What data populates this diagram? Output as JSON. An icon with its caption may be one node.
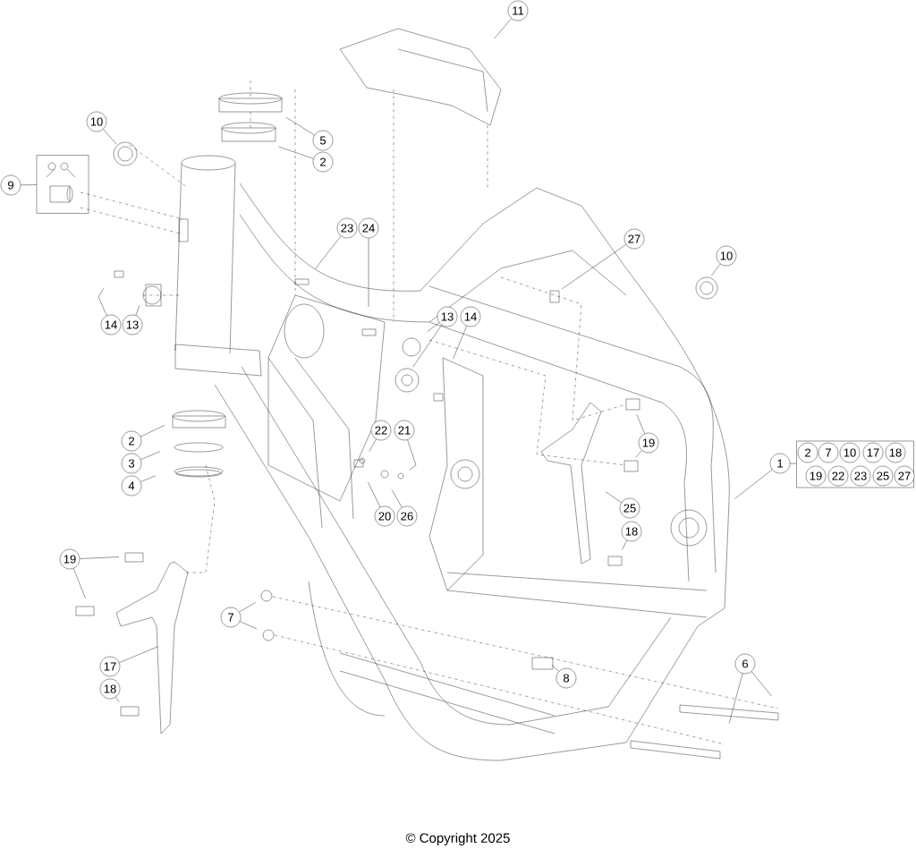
{
  "diagram": {
    "caption": "© Copyright 2025",
    "nodes": [
      {
        "text": [
          "11"
        ]
      },
      {
        "text": [
          "10"
        ]
      },
      {
        "text": [
          "9"
        ]
      },
      {
        "text": [],
        "shape": "box"
      },
      {
        "text": [
          "5"
        ]
      },
      {
        "text": [
          "2"
        ]
      },
      {
        "text": [
          "23"
        ]
      },
      {
        "text": [
          "24"
        ]
      },
      {
        "text": [
          "27"
        ]
      },
      {
        "text": [
          "10"
        ]
      },
      {
        "text": [
          "14"
        ]
      },
      {
        "text": [
          "13"
        ]
      },
      {
        "text": [
          "13"
        ]
      },
      {
        "text": [
          "14"
        ]
      },
      {
        "text": [
          "2"
        ]
      },
      {
        "text": [
          "3"
        ]
      },
      {
        "text": [
          "4"
        ]
      },
      {
        "text": [
          "22"
        ]
      },
      {
        "text": [
          "21"
        ]
      },
      {
        "text": [
          "19"
        ]
      },
      {
        "text": [
          "1"
        ]
      },
      {
        "text": [
          "2",
          "7",
          "10",
          "17",
          "18",
          "19",
          "22",
          "23",
          "25",
          "27"
        ]
      },
      {
        "text": [
          "20"
        ]
      },
      {
        "text": [
          "26"
        ]
      },
      {
        "text": [
          "25"
        ]
      },
      {
        "text": [
          "18"
        ]
      },
      {
        "text": [
          "19"
        ]
      },
      {
        "text": [
          "7"
        ]
      },
      {
        "text": [
          "17"
        ]
      },
      {
        "text": [
          "18"
        ]
      },
      {
        "text": [
          "8"
        ]
      },
      {
        "text": [
          "6"
        ]
      }
    ],
    "edges": [
      {
        "from": 0,
        "to": null,
        "arrow": "none"
      },
      {
        "from": 1,
        "to": null,
        "arrow": "none"
      },
      {
        "from": 2,
        "to": 3,
        "arrow": "none"
      },
      {
        "from": 4,
        "to": null,
        "arrow": "none"
      },
      {
        "from": 5,
        "to": null,
        "arrow": "none"
      },
      {
        "from": 6,
        "to": null,
        "arrow": "none"
      },
      {
        "from": 7,
        "to": null,
        "arrow": "none"
      },
      {
        "from": 8,
        "to": null,
        "arrow": "none"
      },
      {
        "from": 9,
        "to": null,
        "arrow": "none"
      },
      {
        "from": 10,
        "to": null,
        "arrow": "none"
      },
      {
        "from": 11,
        "to": null,
        "arrow": "none"
      },
      {
        "from": 12,
        "to": null,
        "arrow": "none"
      },
      {
        "from": 12,
        "to": null,
        "arrow": "none"
      },
      {
        "from": 13,
        "to": null,
        "arrow": "none"
      },
      {
        "from": 14,
        "to": null,
        "arrow": "none"
      },
      {
        "from": 15,
        "to": null,
        "arrow": "none"
      },
      {
        "from": 16,
        "to": null,
        "arrow": "none"
      },
      {
        "from": 17,
        "to": null,
        "arrow": "none"
      },
      {
        "from": 18,
        "to": null,
        "arrow": "none"
      },
      {
        "from": 19,
        "to": null,
        "arrow": "none"
      },
      {
        "from": 19,
        "to": null,
        "arrow": "none"
      },
      {
        "from": 20,
        "to": 21,
        "arrow": "none"
      },
      {
        "from": 20,
        "to": null,
        "arrow": "none"
      },
      {
        "from": 22,
        "to": null,
        "arrow": "none"
      },
      {
        "from": 23,
        "to": null,
        "arrow": "none"
      },
      {
        "from": 24,
        "to": null,
        "arrow": "none"
      },
      {
        "from": 25,
        "to": null,
        "arrow": "none"
      },
      {
        "from": 26,
        "to": null,
        "arrow": "none"
      },
      {
        "from": 26,
        "to": null,
        "arrow": "none"
      },
      {
        "from": 27,
        "to": null,
        "arrow": "none"
      },
      {
        "from": 27,
        "to": null,
        "arrow": "none"
      },
      {
        "from": 28,
        "to": null,
        "arrow": "none"
      },
      {
        "from": 29,
        "to": null,
        "arrow": "none"
      },
      {
        "from": 30,
        "to": null,
        "arrow": "none"
      },
      {
        "from": 31,
        "to": null,
        "arrow": "none"
      },
      {
        "from": 31,
        "to": null,
        "arrow": "none"
      }
    ]
  }
}
